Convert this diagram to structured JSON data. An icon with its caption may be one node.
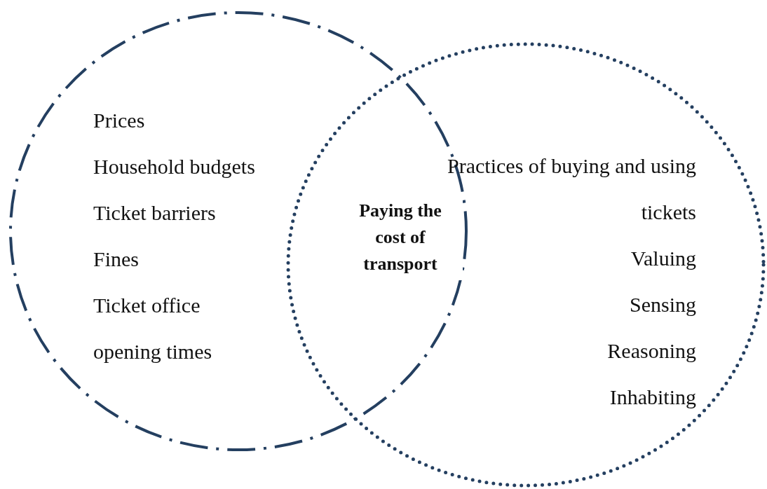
{
  "diagram": {
    "nodes": [
      {
        "text": [
          "Prices",
          "Household budgets",
          "Ticket barriers",
          "Fines",
          "Ticket office opening times"
        ]
      },
      {
        "text": [
          "Practices of buying and using tickets",
          "Valuing",
          "Sensing",
          "Reasoning",
          "Inhabiting"
        ]
      }
    ],
    "labels": [
      "**Paying the cost of transport**"
    ]
  }
}
